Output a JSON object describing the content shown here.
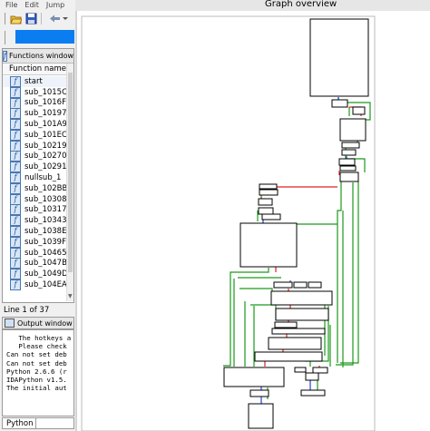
{
  "menu": [
    "File",
    "Edit",
    "Jump"
  ],
  "functions_window": {
    "title": "Functions window",
    "column_header": "Function name",
    "items": [
      "start",
      "sub_1015C",
      "sub_1016F",
      "sub_10197",
      "sub_101A9",
      "sub_101EC",
      "sub_10219",
      "sub_10270",
      "sub_10291",
      "nullsub_1",
      "sub_102BB",
      "sub_10308",
      "sub_10317",
      "sub_10343",
      "sub_1038E",
      "sub_1039F",
      "sub_10465",
      "sub_1047B",
      "sub_1049D",
      "sub_104EA"
    ],
    "line_status": "Line 1 of 37"
  },
  "output_window": {
    "title": "Output window",
    "lines": [
      "   The hotkeys a",
      "   Please check ",
      "Can not set deb",
      "Can not set deb",
      "",
      "Python 2.6.6 (r",
      "IDAPython v1.5.",
      "",
      "The initial aut"
    ]
  },
  "python_tab": "Python",
  "graph_overview": {
    "title": "Graph overview"
  },
  "colors": {
    "accent_blue": "#0a7df0",
    "edge_green": "#1a9a1a",
    "edge_red": "#e02020",
    "edge_blue": "#2040e0"
  }
}
